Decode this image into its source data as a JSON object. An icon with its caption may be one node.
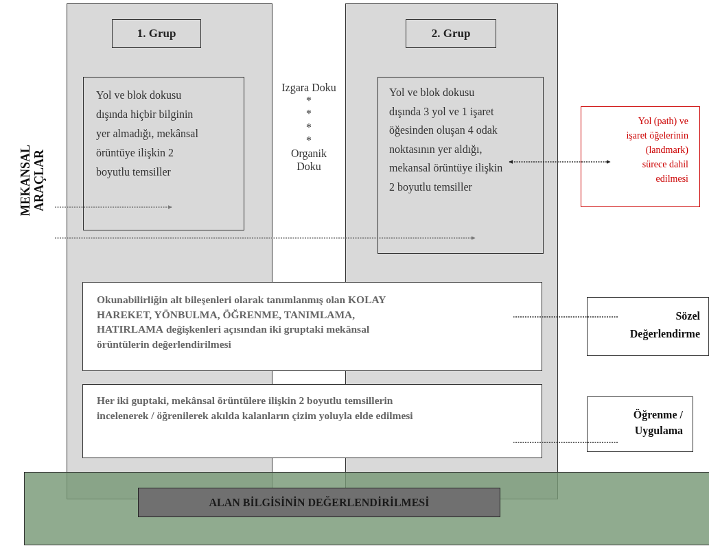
{
  "diagram": {
    "nodes": [
      {
        "text": [],
        "shape": "box"
      },
      {
        "text": [
          "1. Grup"
        ],
        "in": 0
      },
      {
        "text": [
          "Yol ve blok dokusu dışında hiçbir bilginin yer almadığı, mekânsal örüntüye ilişkin 2 boyutlu temsiller"
        ],
        "in": 0
      },
      {
        "text": [],
        "shape": "box"
      },
      {
        "text": [
          "2. Grup"
        ],
        "in": 3
      },
      {
        "text": [
          "Yol ve blok dokusu dışında 3 yol ve 1 işaret öğesinden oluşan 4 odak noktasının yer aldığı, mekansal örüntüye ilişkin 2 boyutlu temsiller"
        ],
        "in": 3
      },
      {
        "text": [
          "Yol (path) ve işaret öğelerinin (landmark) sürece dahil edilmesi"
        ]
      },
      {
        "text": [
          "MEKANSAL ARAÇLAR"
        ]
      },
      {
        "text": [
          "Okunabilirliğin alt bileşenleri olarak tanımlanmış olan **KOLAY HAREKET, YÖNBULMA, ÖĞRENME, TANIMLAMA, HATIRLAMA** değişkenleri açısından iki gruptaki mekânsal örüntülerin değerlendirilmesi"
        ]
      },
      {
        "text": [
          "Sözel Değerlendirme"
        ]
      },
      {
        "text": [
          "Her iki guptaki, mekânsal örüntülere ilişkin 2 boyutlu temsillerin incelenerek / öğrenilerek akılda kalanların çizim yoluyla elde edilmesi"
        ]
      },
      {
        "text": [
          "Öğrenme / Uygulama"
        ]
      },
      {
        "text": [],
        "shape": "box"
      },
      {
        "text": [
          "ALAN BİLGİSİNİN DEĞERLENDİRİLMESİ"
        ],
        "in": 12
      }
    ],
    "edges": [
      {
        "from": 7,
        "to": 2,
        "arrow": "to",
        "style": "dashed"
      },
      {
        "from": 7,
        "to": 5,
        "arrow": "to",
        "style": "dashed"
      },
      {
        "from": 5,
        "to": 6,
        "arrow": "both",
        "style": "dashed"
      },
      {
        "from": 9,
        "to": 8,
        "arrow": "none",
        "style": "dashed"
      },
      {
        "from": 11,
        "to": 10,
        "arrow": "none",
        "style": "dashed"
      }
    ],
    "labels": [
      "Izgara Doku",
      "*",
      "*",
      "*",
      "*",
      "Organik Doku"
    ]
  }
}
